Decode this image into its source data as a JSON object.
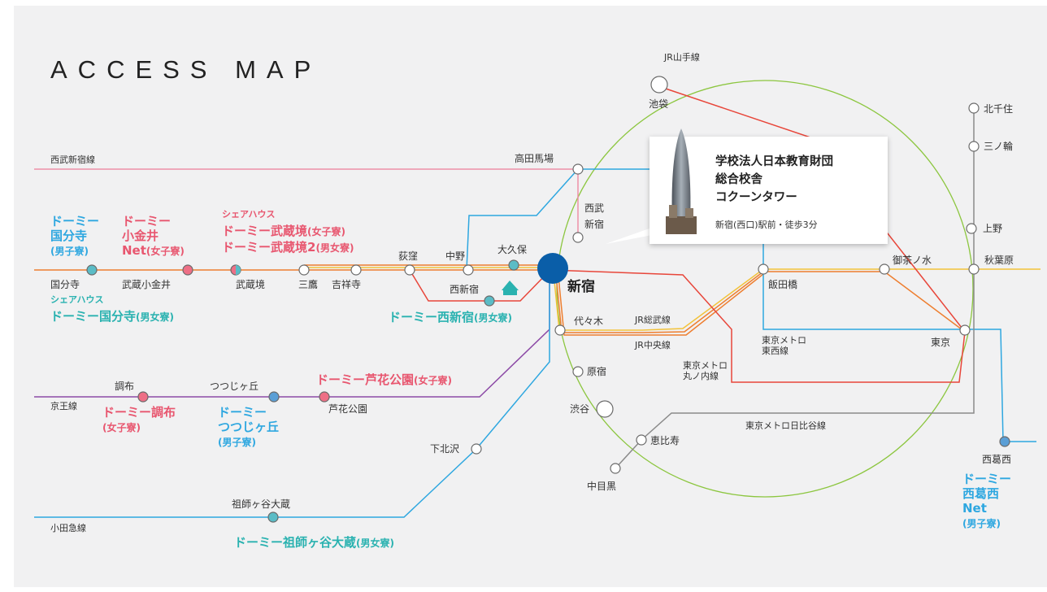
{
  "title": "ACCESS MAP",
  "colors": {
    "seibu": "#ee8fa8",
    "chuo": "#ee7e2f",
    "sobu": "#f2c23a",
    "keio": "#8c4aa6",
    "odakyu": "#2ea7e0",
    "yamanote": "#8cc63f",
    "marunouchi": "#e8463a",
    "tozai": "#2ea7e0",
    "hibiya": "#8a8a8a",
    "dorm_pink": "#e8566f",
    "dorm_teal": "#2ab2b0",
    "dorm_blue": "#2ea7e0",
    "shinjuku_marker": "#0a5ea8"
  },
  "lines": {
    "yamanote": "JR山手線",
    "seibu": "西武新宿線",
    "keio": "京王線",
    "odakyu": "小田急線",
    "sobu": "JR総武線",
    "chuo": "JR中央線",
    "tozai": "東京メトロ\n東西線",
    "marunouchi": "東京メトロ\n丸ノ内線",
    "hibiya": "東京メトロ日比谷線"
  },
  "stations": {
    "ikebukuro": "池袋",
    "takadanobaba": "高田馬場",
    "seibu_shinjuku": "西武\n新宿",
    "kokubunji": "国分寺",
    "musashikoganei": "武蔵小金井",
    "musashisakai": "武蔵境",
    "mitaka": "三鷹",
    "kichijoji": "吉祥寺",
    "ogikubo": "荻窪",
    "nakano": "中野",
    "okubo": "大久保",
    "nishishinjuku": "西新宿",
    "shinjuku": "新宿",
    "yoyogi": "代々木",
    "harajuku": "原宿",
    "shibuya": "渋谷",
    "ebisu": "恵比寿",
    "nakameguro": "中目黒",
    "iidabashi": "飯田橋",
    "ochanomizu": "御茶ノ水",
    "akihabara": "秋葉原",
    "ueno": "上野",
    "minowa": "三ノ輪",
    "kitasenju": "北千住",
    "tokyo": "東京",
    "nishikasai": "西葛西",
    "chofu": "調布",
    "tsutsujigaoka": "つつじヶ丘",
    "roka": "芦花公園",
    "shimokitazawa": "下北沢",
    "soshigaya": "祖師ヶ谷大蔵"
  },
  "dorms": {
    "kokubunji": {
      "name": "ドーミー\n国分寺",
      "sub": "(男子寮)"
    },
    "koganei": {
      "name": "ドーミー\n小金井\nNet",
      "sub": "(女子寮)"
    },
    "musashisakai_label": "シェアハウス",
    "musashisakai": {
      "name": "ドーミー武蔵境",
      "sub": "(女子寮)"
    },
    "musashisakai2": {
      "name": "ドーミー武蔵境2",
      "sub": "(男女寮)"
    },
    "kokubunji_share_label": "シェアハウス",
    "kokubunji_share": {
      "name": "ドーミー国分寺",
      "sub": "(男女寮)"
    },
    "nishishinjuku": {
      "name": "ドーミー西新宿",
      "sub": "(男女寮)"
    },
    "roka": {
      "name": "ドーミー芦花公園",
      "sub": "(女子寮)"
    },
    "chofu": {
      "name": "ドーミー調布",
      "sub": "(女子寮)"
    },
    "tsutsujigaoka": {
      "name": "ドーミー\nつつじヶ丘",
      "sub": "(男子寮)"
    },
    "soshigaya": {
      "name": "ドーミー祖師ヶ谷大蔵",
      "sub": "(男女寮)"
    },
    "nishikasai": {
      "name": "ドーミー\n西葛西\nNet",
      "sub": "(男子寮)"
    }
  },
  "callout": {
    "name": "学校法人日本教育財団\n総合校舎\nコクーンタワー",
    "access": "新宿(西口)駅前・徒歩3分",
    "building_icon": "cocoon-tower-image"
  }
}
